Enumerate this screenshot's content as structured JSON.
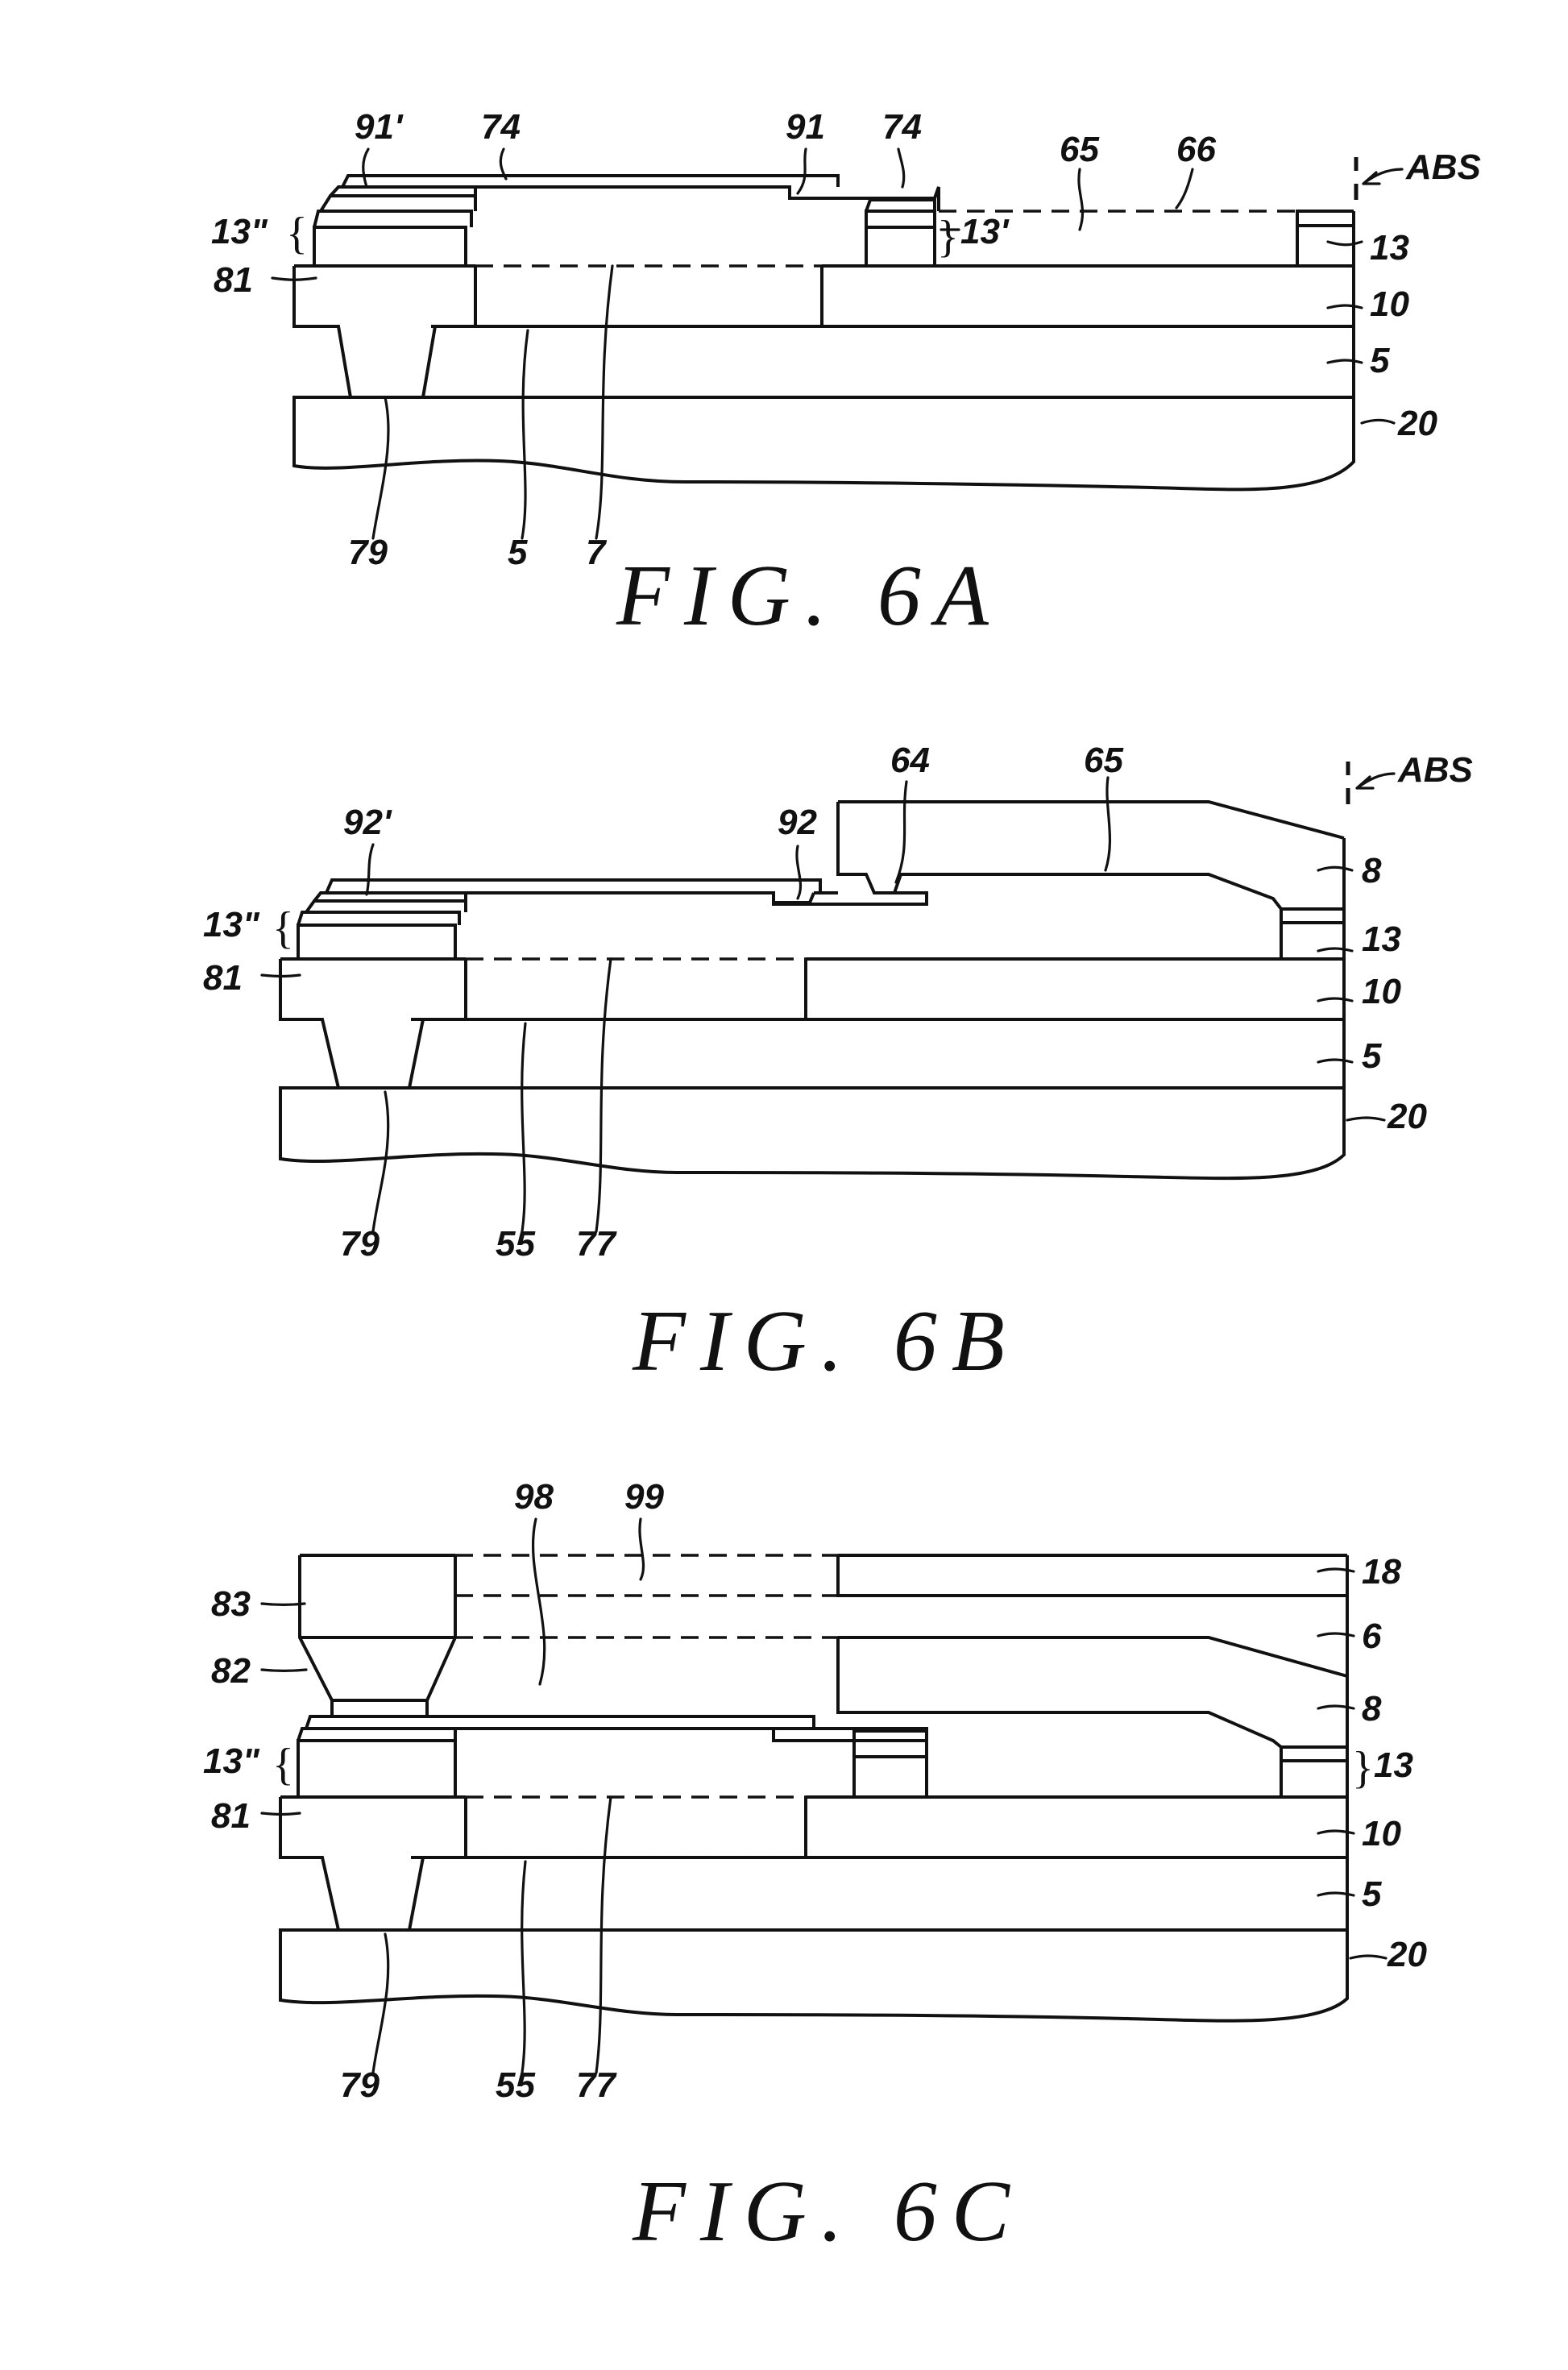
{
  "figures": [
    {
      "caption": "FIG. 6A",
      "labels": {
        "l91p": "91'",
        "l74a": "74",
        "l91": "91",
        "l74b": "74",
        "l65": "65",
        "l66": "66",
        "abs": "ABS",
        "l13pp": "13\"",
        "l13p": "13'",
        "l13": "13",
        "l81": "81",
        "l10": "10",
        "l5r": "5",
        "l20": "20",
        "l79": "79",
        "l5": "5",
        "l7": "7"
      }
    },
    {
      "caption": "FIG. 6B",
      "labels": {
        "l92p": "92'",
        "l92": "92",
        "l64": "64",
        "l65": "65",
        "abs": "ABS",
        "l8": "8",
        "l13pp": "13\"",
        "l13": "13",
        "l81": "81",
        "l10": "10",
        "l5": "5",
        "l20": "20",
        "l79": "79",
        "l55": "55",
        "l77": "77"
      }
    },
    {
      "caption": "FIG. 6C",
      "labels": {
        "l98": "98",
        "l99": "99",
        "l83": "83",
        "l18": "18",
        "l82": "82",
        "l6": "6",
        "l8": "8",
        "l13pp": "13\"",
        "l13": "13",
        "l81": "81",
        "l10": "10",
        "l5": "5",
        "l20": "20",
        "l79": "79",
        "l55": "55",
        "l77": "77"
      }
    }
  ]
}
